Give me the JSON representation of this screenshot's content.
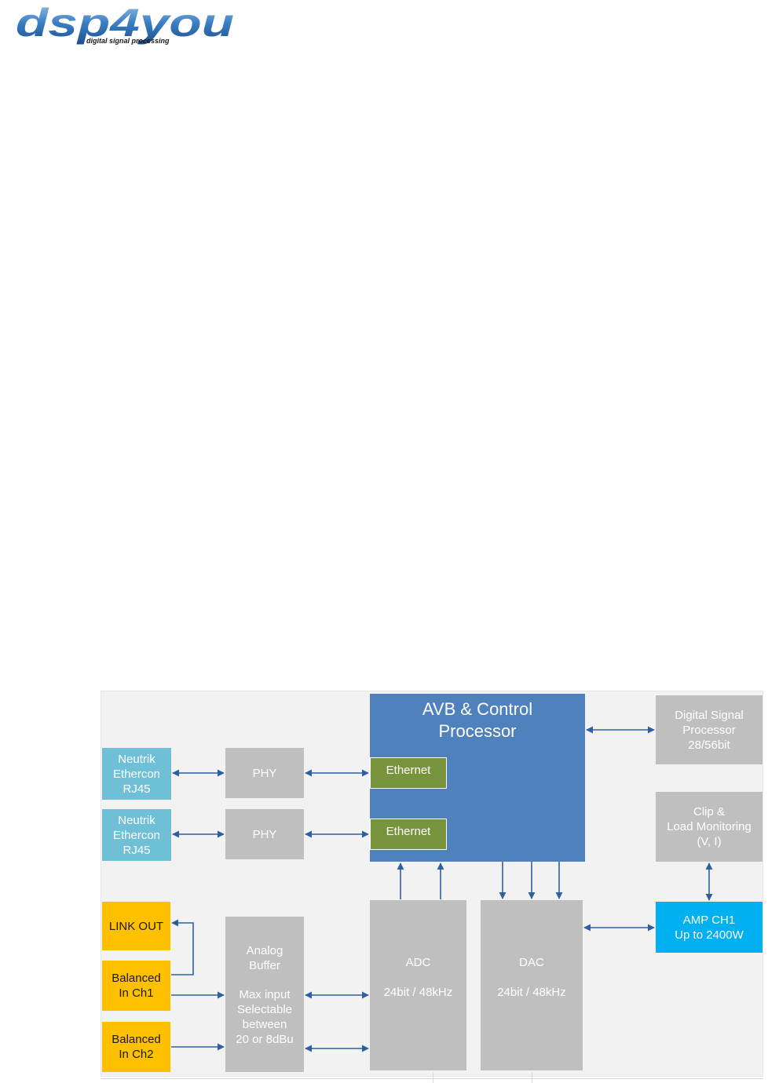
{
  "logo": {
    "main": "dsp4you",
    "tagline": "digital signal processing"
  },
  "colors": {
    "gray_block": "#bfbfbf",
    "connector": "#6fc0d6",
    "io": "#ffc000",
    "processor": "#4f81bd",
    "ethernet": "#77933c",
    "amp": "#00b0f0",
    "arrow": "#2e5fa3"
  },
  "diagram": {
    "avb": {
      "line1": "AVB & Control",
      "line2": "Processor"
    },
    "eth1": "Ethernet",
    "eth2": "Ethernet",
    "dsp": {
      "line1": "Digital Signal",
      "line2": "Processor",
      "line3": "28/56bit"
    },
    "clip": {
      "line1": "Clip  &",
      "line2": "Load Monitoring",
      "line3": "(V, I)"
    },
    "amp": {
      "line1": "AMP CH1",
      "line2": "Up to 2400W"
    },
    "neutrik1": {
      "line1": "Neutrik",
      "line2": "Ethercon",
      "line3": "RJ45"
    },
    "neutrik2": {
      "line1": "Neutrik",
      "line2": "Ethercon",
      "line3": "RJ45"
    },
    "phy1": "PHY",
    "phy2": "PHY",
    "link_out": "LINK OUT",
    "bal1": {
      "line1": "Balanced",
      "line2": "In Ch1"
    },
    "bal2": {
      "line1": "Balanced",
      "line2": "In Ch2"
    },
    "buffer": {
      "line1": "Analog",
      "line2": "Buffer",
      "line3": "Max input",
      "line4": "Selectable",
      "line5": "between",
      "line6": "20 or 8dBu"
    },
    "adc": {
      "line1": "ADC",
      "line2": "24bit / 48kHz"
    },
    "dac": {
      "line1": "DAC",
      "line2": "24bit / 48kHz"
    }
  }
}
